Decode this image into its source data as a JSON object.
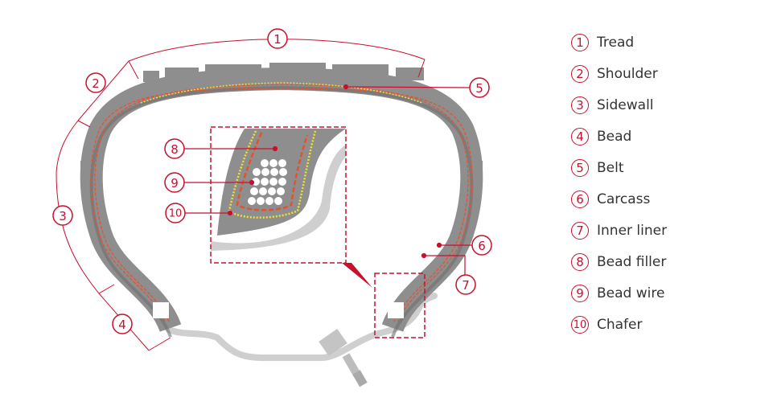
{
  "colors": {
    "accent": "#c8102e",
    "tire": "#8e8e8e",
    "rim": "#cfcfcf",
    "belt": "#f5e12a",
    "carcass": "#e8502a"
  },
  "legend": [
    {
      "num": "1",
      "label": "Tread"
    },
    {
      "num": "2",
      "label": "Shoulder"
    },
    {
      "num": "3",
      "label": "Sidewall"
    },
    {
      "num": "4",
      "label": "Bead"
    },
    {
      "num": "5",
      "label": "Belt"
    },
    {
      "num": "6",
      "label": "Carcass"
    },
    {
      "num": "7",
      "label": "Inner liner"
    },
    {
      "num": "8",
      "label": "Bead filler"
    },
    {
      "num": "9",
      "label": "Bead wire"
    },
    {
      "num": "10",
      "label": "Chafer"
    }
  ]
}
